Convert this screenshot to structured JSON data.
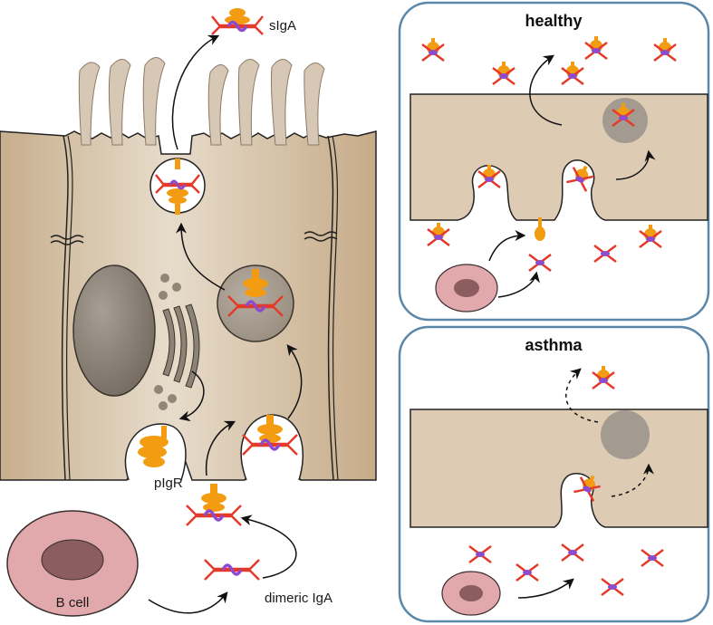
{
  "labels": {
    "sIgA": "sIgA",
    "pIgR": "pIgR",
    "b_cell": "B cell",
    "dimeric_IgA": "dimeric IgA"
  },
  "panels": {
    "healthy": {
      "title": "healthy"
    },
    "asthma": {
      "title": "asthma"
    }
  },
  "colors": {
    "cell_tan": "#ddcbb4",
    "cell_dark": "#c6ad8c",
    "nucleus": "#8f877b",
    "vesicle": "#a49b90",
    "igA_red": "#e53a2a",
    "joining_purple": "#8c4bcf",
    "pigr_orange": "#f39c12",
    "b_cell_pink": "#e2a9ad",
    "b_nucleus": "#8b5d5f",
    "panel_border": "#5b87a8",
    "arrow": "#111111"
  }
}
